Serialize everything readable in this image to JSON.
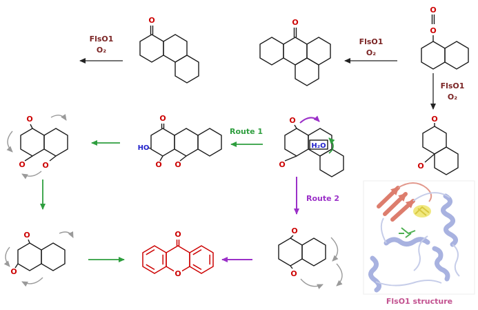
{
  "scheme": {
    "enzyme_label": "FlsO1",
    "cofactor_label": "O₂",
    "route1_label": "Route 1",
    "route2_label": "Route 2",
    "water_label": "H₂O",
    "hydroxyl_label": "HO",
    "oxygen_atom": "O"
  },
  "protein_panel": {
    "caption": "FlsO1 structure"
  },
  "colors": {
    "structure_black": "#1a1a1a",
    "oxygen_red": "#cc0000",
    "heteroatom_blue": "#2222cc",
    "enzyme_maroon": "#7a2424",
    "route1_green": "#2e9e3e",
    "route2_purple": "#9b30c8",
    "mechanism_gray": "#9a9a9a",
    "product_red": "#cc0000",
    "caption_pink": "#c2518f"
  }
}
